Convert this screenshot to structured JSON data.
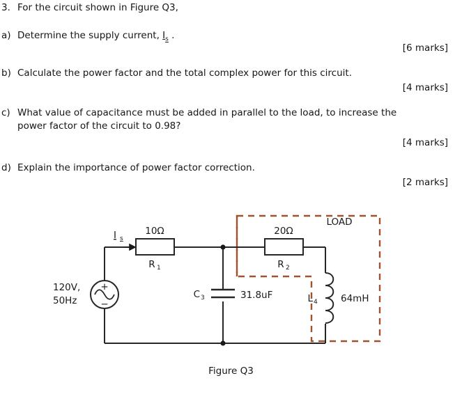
{
  "question": {
    "number": "3.",
    "stem": "For the circuit shown in Figure Q3,",
    "parts": [
      {
        "label": "a)",
        "text": "Determine the supply current, ",
        "symbol": "I",
        "symbol_sub": "s",
        "text_after": " .",
        "marks": "[6 marks]"
      },
      {
        "label": "b)",
        "text": "Calculate the power factor and the total complex power for this circuit.",
        "marks": "[4 marks]"
      },
      {
        "label": "c)",
        "line1": "What value of capacitance must be added in parallel to the load, to increase the",
        "line2": "power factor of the circuit to 0.98?",
        "marks": "[4 marks]"
      },
      {
        "label": "d)",
        "text": "Explain the importance of power factor correction.",
        "marks": "[2 marks]"
      }
    ]
  },
  "figure": {
    "caption": "Figure Q3",
    "load_box_label": "LOAD",
    "source": {
      "voltage": "120V,",
      "frequency": "50Hz",
      "plus": "+",
      "minus": "−"
    },
    "current_label": {
      "symbol": "I",
      "subscript": "s"
    },
    "components": [
      {
        "name": "R1",
        "designator": "R",
        "designator_sub": "1",
        "value": "10Ω",
        "type": "resistor"
      },
      {
        "name": "R2",
        "designator": "R",
        "designator_sub": "2",
        "value": "20Ω",
        "type": "resistor"
      },
      {
        "name": "C3",
        "designator": "C",
        "designator_sub": "3",
        "value": "31.8uF",
        "type": "capacitor"
      },
      {
        "name": "L4",
        "designator": "L",
        "designator_sub": "4",
        "value": "64mH",
        "type": "inductor"
      }
    ]
  },
  "colors": {
    "wire": "#262626",
    "text": "#161616",
    "load_dash": "#A0522D",
    "background": "#FFFFFF"
  }
}
